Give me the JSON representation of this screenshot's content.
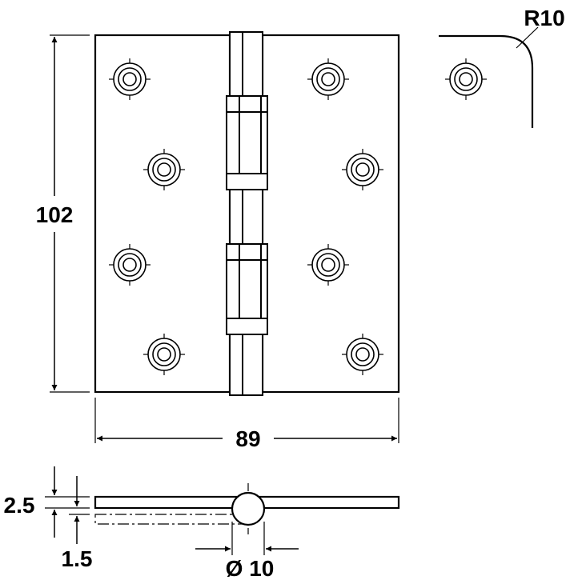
{
  "dimensions": {
    "height": "102",
    "width": "89",
    "corner_radius": "R10",
    "leaf_thickness": "2.5",
    "gap": "1.5",
    "knuckle_diameter": "Ø 10"
  },
  "colors": {
    "line": "#000000",
    "background": "#ffffff"
  }
}
